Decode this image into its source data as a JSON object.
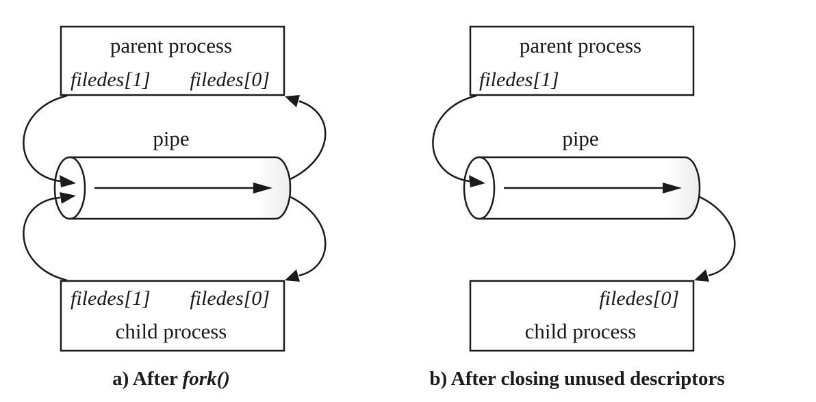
{
  "diagram_a": {
    "parent_label": "parent process",
    "parent_fd1": "filedes[1]",
    "parent_fd0": "filedes[0]",
    "pipe_label": "pipe",
    "child_fd1": "filedes[1]",
    "child_fd0": "filedes[0]",
    "child_label": "child process",
    "caption_prefix": "a) After ",
    "caption_emph": "fork()"
  },
  "diagram_b": {
    "parent_label": "parent process",
    "parent_fd1": "filedes[1]",
    "pipe_label": "pipe",
    "child_fd0": "filedes[0]",
    "child_label": "child process",
    "caption": "b) After closing unused descriptors"
  }
}
